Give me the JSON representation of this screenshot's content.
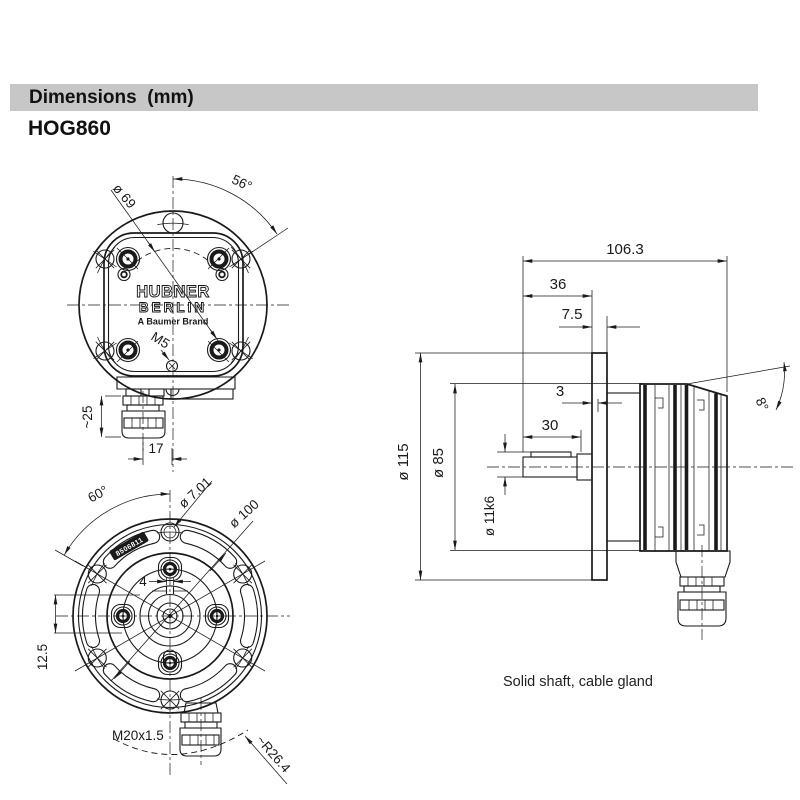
{
  "page": {
    "header_title": "Dimensions  (mm)",
    "model": "HOG860",
    "caption": "Solid shaft, cable gland"
  },
  "brand": {
    "line1": "HUBNER",
    "line2": "BERLIN",
    "line3": "A Baumer Brand",
    "stamp": "8506811"
  },
  "front_view": {
    "label_bolt_circle": "ø 69",
    "label_angle": "56°",
    "label_thread": "M5",
    "label_gland_height": "~25",
    "label_gland_offset": "17"
  },
  "rear_view": {
    "label_angle": "60°",
    "label_hole_dia": "ø 7.01",
    "label_bolt_circle": "ø 100",
    "label_key_width": "4",
    "label_offset": "12.5",
    "label_gland_thread": "M20x1.5",
    "label_swing_radius": "~R26.4"
  },
  "side_view": {
    "label_total_length": "106.3",
    "label_mount_depth": "36",
    "label_flange_thickness": "7.5",
    "label_pilot_step": "3",
    "label_shaft_length": "30",
    "label_flange_dia": "ø 115",
    "label_body_dia": "ø 85",
    "label_shaft_dia": "ø 11k6",
    "label_tilt_angle": "8°"
  },
  "colors": {
    "line": "#1a1a1a",
    "header_bg": "#c7c7c7",
    "background": "#ffffff"
  }
}
